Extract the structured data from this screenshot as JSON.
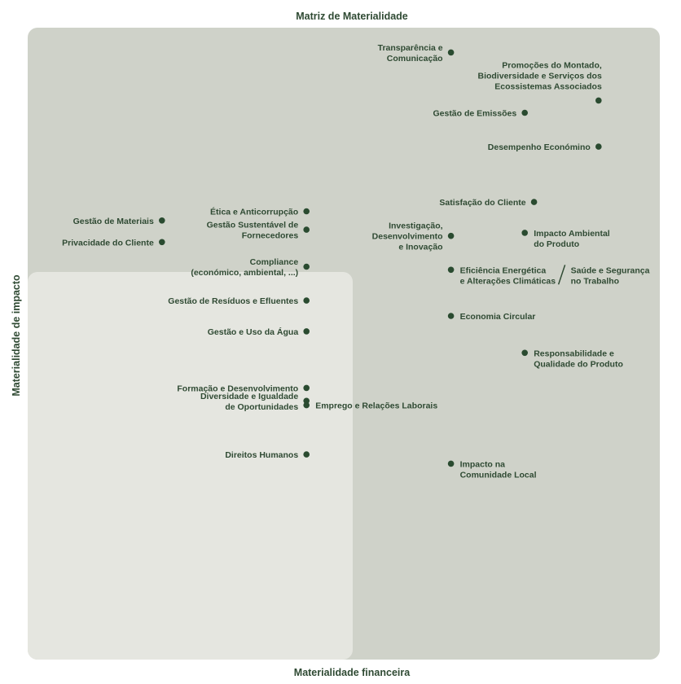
{
  "chart_data": {
    "type": "scatter",
    "title": "Matriz de Materialidade",
    "xlabel": "Materialidade financeira",
    "ylabel": "Materialidade de impacto",
    "xlim": [
      0,
      100
    ],
    "ylim": [
      0,
      100
    ],
    "grid": false,
    "colors": {
      "outer_panel": "#cfd2c9",
      "inner_panel": "#e5e6e0",
      "point": "#2a4b30",
      "text": "#2f4a33"
    },
    "points": [
      {
        "label": "Transparência e Comunicação",
        "lines": [
          "Transparência e",
          "Comunicação"
        ],
        "side": "left",
        "x": 67.5,
        "y": 97.3
      },
      {
        "label": "Promoções do Montado, Biodiversidade e Serviços dos Ecossistemas Associados",
        "lines": [
          "Promoções do Montado,",
          "Biodiversidade e Serviços dos",
          "Ecossistemas Associados"
        ],
        "side": "above-left",
        "x": 91.5,
        "y": 89.5
      },
      {
        "label": "Gestão de Emissões",
        "lines": [
          "Gestão de Emissões"
        ],
        "side": "left",
        "x": 79.5,
        "y": 87.5
      },
      {
        "label": "Desempenho Económino",
        "lines": [
          "Desempenho Económino"
        ],
        "side": "left",
        "x": 91.5,
        "y": 82.0
      },
      {
        "label": "Satisfação do Cliente",
        "lines": [
          "Satisfação do Cliente"
        ],
        "side": "left",
        "x": 81.0,
        "y": 73.0
      },
      {
        "label": "Gestão de Materiais",
        "lines": [
          "Gestão de Materiais"
        ],
        "side": "left",
        "x": 20.5,
        "y": 70.0
      },
      {
        "label": "Ética e Anticorrupção",
        "lines": [
          "Ética e Anticorrupção"
        ],
        "side": "left",
        "x": 44.0,
        "y": 71.5
      },
      {
        "label": "Privacidade do Cliente",
        "lines": [
          "Privacidade do Cliente"
        ],
        "side": "left",
        "x": 20.5,
        "y": 66.5
      },
      {
        "label": "Gestão Sustentável de Fornecedores",
        "lines": [
          "Gestão Sustentável de",
          "Fornecedores"
        ],
        "side": "left",
        "x": 44.0,
        "y": 68.5
      },
      {
        "label": "Impacto Ambiental do Produto",
        "lines": [
          "Impacto Ambiental",
          "do Produto"
        ],
        "side": "right",
        "x": 79.5,
        "y": 68.0
      },
      {
        "label": "Investigação, Desenvolvimento e Inovação",
        "lines": [
          "Investigação,",
          "Desenvolvimento",
          "e Inovação"
        ],
        "side": "left",
        "x": 67.5,
        "y": 67.5
      },
      {
        "label": "Compliance (económico, ambiental, ...)",
        "lines": [
          "Compliance",
          "(económico, ambiental, ...)"
        ],
        "side": "left",
        "x": 44.0,
        "y": 62.5
      },
      {
        "label": "Eficiência Energética e Alterações Climáticas / Saúde e Segurança no Trabalho",
        "lines": [
          "Eficiência Energética",
          "e Alterações Climáticas"
        ],
        "lines2": [
          "Saúde e Segurança",
          "no Trabalho"
        ],
        "side": "right-pair",
        "x": 67.5,
        "y": 62.0
      },
      {
        "label": "Gestão de Resíduos e Efluentes",
        "lines": [
          "Gestão de Resíduos e Efluentes"
        ],
        "side": "left",
        "x": 44.0,
        "y": 57.0
      },
      {
        "label": "Economia Circular",
        "lines": [
          "Economia Circular"
        ],
        "side": "right",
        "x": 67.5,
        "y": 54.5
      },
      {
        "label": "Gestão e Uso da Água",
        "lines": [
          "Gestão e Uso da Água"
        ],
        "side": "left",
        "x": 44.0,
        "y": 52.0
      },
      {
        "label": "Responsabilidade e Qualidade do Produto",
        "lines": [
          "Responsabilidade e",
          "Qualidade do Produto"
        ],
        "side": "right",
        "x": 79.5,
        "y": 48.5
      },
      {
        "label": "Formação e Desenvolvimento",
        "lines": [
          "Formação e Desenvolvimento"
        ],
        "side": "left",
        "x": 44.0,
        "y": 42.8
      },
      {
        "label": "Diversidade e Igualdade de Oportunidades",
        "lines": [
          "Diversidade e Igualdade",
          "de Oportunidades"
        ],
        "side": "left",
        "x": 44.0,
        "y": 40.7
      },
      {
        "label": "Emprego e Relações Laborais",
        "lines": [
          "Emprego e Relações Laborais"
        ],
        "side": "right",
        "x": 44.0,
        "y": 40.0
      },
      {
        "label": "Direitos Humanos",
        "lines": [
          "Direitos Humanos"
        ],
        "side": "left",
        "x": 44.0,
        "y": 32.0
      },
      {
        "label": "Impacto na Comunidade Local",
        "lines": [
          "Impacto na",
          "Comunidade Local"
        ],
        "side": "right",
        "x": 67.5,
        "y": 30.5
      }
    ]
  }
}
